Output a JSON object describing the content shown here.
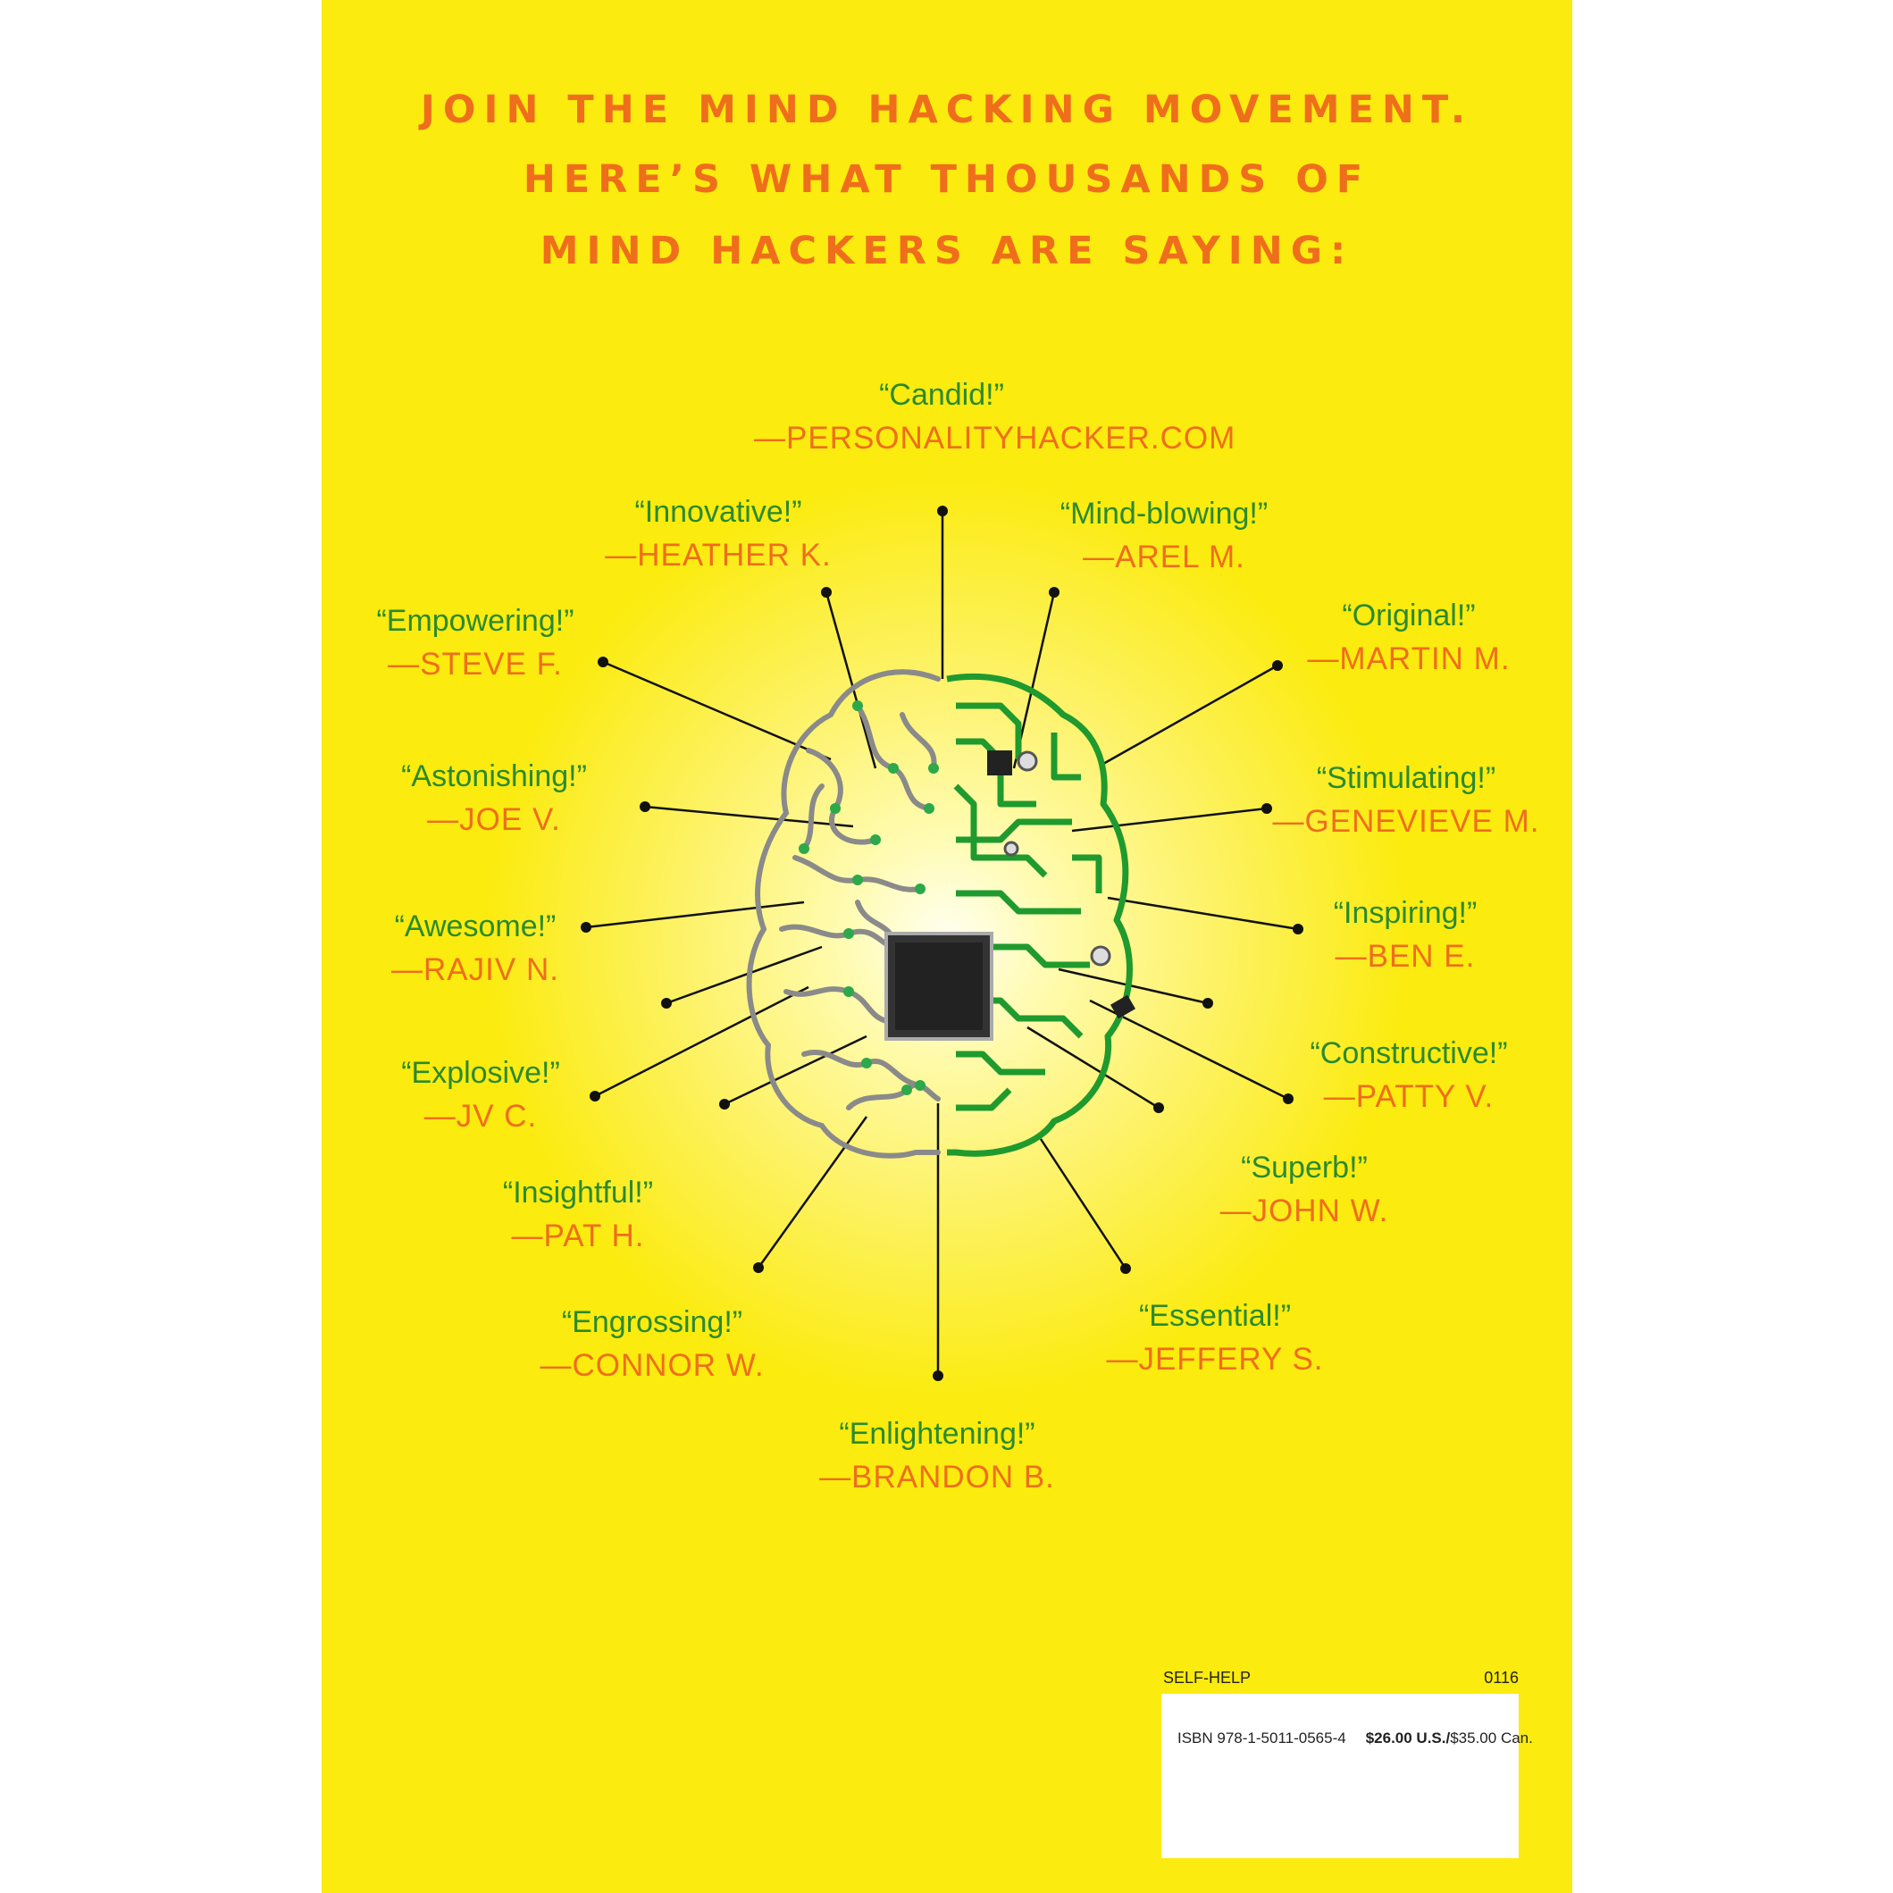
{
  "headline": [
    "JOIN THE MIND HACKING MOVEMENT.",
    "HERE’S WHAT THOUSANDS OF",
    "MIND HACKERS ARE SAYING:"
  ],
  "testimonials": [
    {
      "quote": "“Candid!”",
      "author": "—PERSONALITYHACKER.COM"
    },
    {
      "quote": "“Innovative!”",
      "author": "—HEATHER K."
    },
    {
      "quote": "“Mind-blowing!”",
      "author": "—AREL M."
    },
    {
      "quote": "“Empowering!”",
      "author": "—STEVE F."
    },
    {
      "quote": "“Original!”",
      "author": "—MARTIN M."
    },
    {
      "quote": "“Astonishing!”",
      "author": "—JOE V."
    },
    {
      "quote": "“Stimulating!”",
      "author": "—GENEVIEVE M."
    },
    {
      "quote": "“Awesome!”",
      "author": "—RAJIV N."
    },
    {
      "quote": "“Inspiring!”",
      "author": "—BEN E."
    },
    {
      "quote": "“Explosive!”",
      "author": "—JV C."
    },
    {
      "quote": "“Constructive!”",
      "author": "—PATTY V."
    },
    {
      "quote": "“Insightful!”",
      "author": "—PAT H."
    },
    {
      "quote": "“Superb!”",
      "author": "—JOHN W."
    },
    {
      "quote": "“Engrossing!”",
      "author": "—CONNOR W."
    },
    {
      "quote": "“Essential!”",
      "author": "—JEFFERY S."
    },
    {
      "quote": "“Enlightening!”",
      "author": "—BRANDON B."
    }
  ],
  "barcode": {
    "category": "SELF-HELP",
    "code": "0116",
    "isbn": "ISBN  978-1-5011-0565-4",
    "price_us": "$26.00 U.S./",
    "price_can": "$35.00 Can."
  },
  "colors": {
    "background": "#fbeb0e",
    "headline": "#ef6e1c",
    "quote": "#2a8a2e",
    "author": "#ef6e1c",
    "circuit": "#1f9a2e",
    "brain": "#8a8a8a"
  }
}
